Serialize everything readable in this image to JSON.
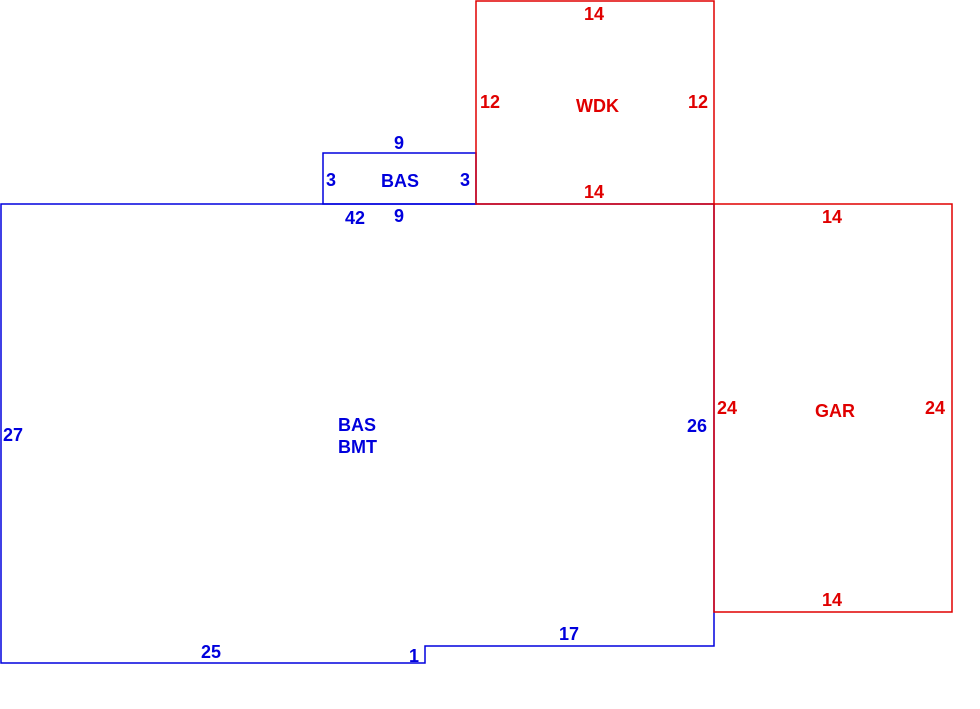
{
  "colors": {
    "living": "#0000dd",
    "other": "#e00000"
  },
  "areas": {
    "main": {
      "codes": [
        "BAS",
        "BMT"
      ],
      "dims": {
        "top": "42",
        "left": "27",
        "right": "26",
        "bottom_left": "25",
        "notch": "1",
        "bottom_right": "17"
      }
    },
    "bump": {
      "code": "BAS",
      "dims": {
        "top": "9",
        "bottom": "9",
        "left": "3",
        "right": "3"
      }
    },
    "deck": {
      "code": "WDK",
      "dims": {
        "top": "14",
        "bottom": "14",
        "left": "12",
        "right": "12"
      }
    },
    "garage": {
      "code": "GAR",
      "dims": {
        "top": "14",
        "bottom": "14",
        "left": "24",
        "right": "24"
      }
    }
  }
}
